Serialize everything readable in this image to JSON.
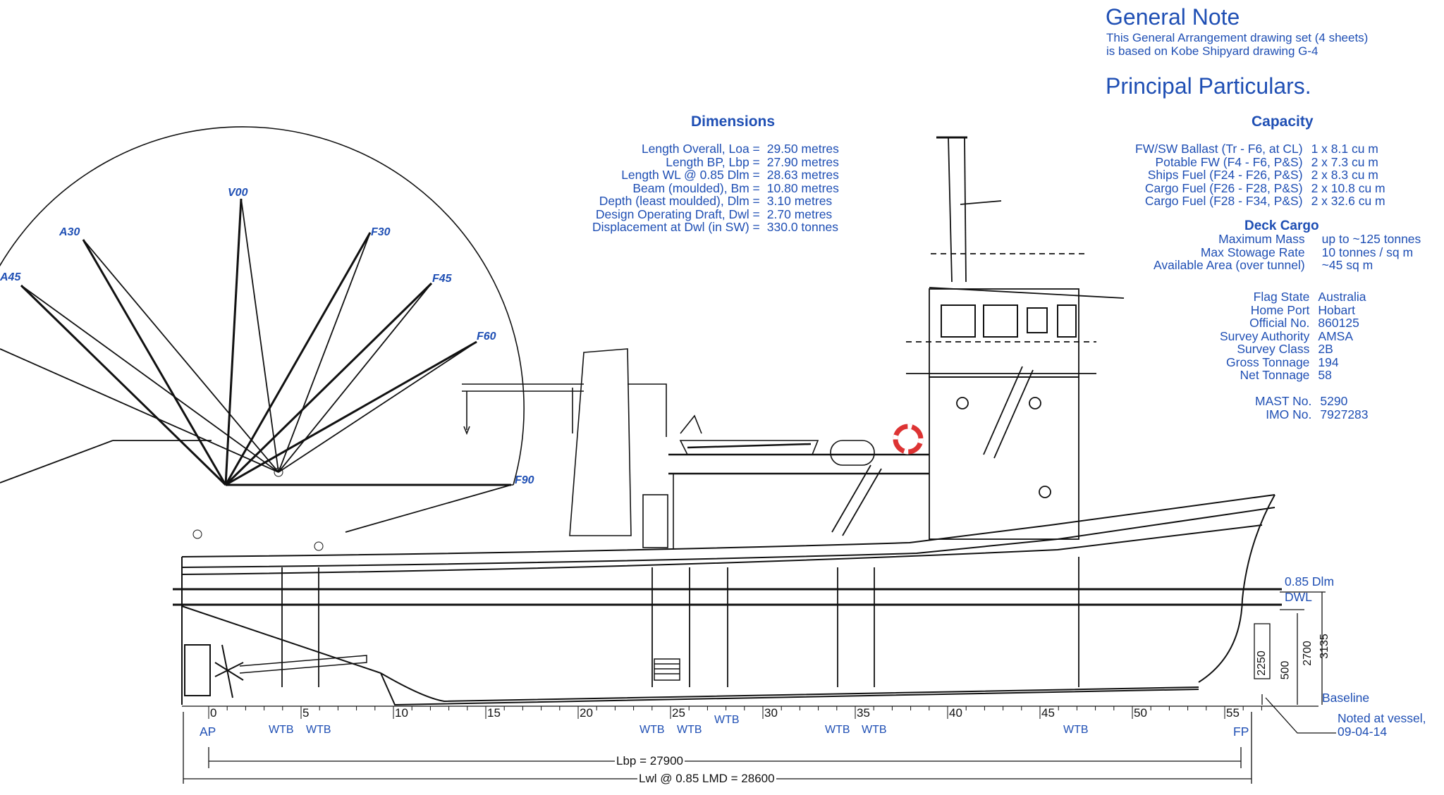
{
  "general_note": {
    "title": "General Note",
    "lines": [
      "This General Arrangement drawing set (4 sheets)",
      "is based on Kobe Shipyard drawing G-4"
    ]
  },
  "principal_title": "Principal Particulars.",
  "dimensions": {
    "heading": "Dimensions",
    "rows": [
      {
        "label": "Length Overall, Loa =",
        "value": "29.50 metres"
      },
      {
        "label": "Length  BP, Lbp =",
        "value": "27.90 metres"
      },
      {
        "label": "Length WL @ 0.85 Dlm =",
        "value": "28.63 metres"
      },
      {
        "label": "Beam (moulded), Bm =",
        "value": "10.80 metres"
      },
      {
        "label": "Depth (least moulded), Dlm =",
        "value": "3.10 metres"
      },
      {
        "label": "Design Operating Draft, Dwl =",
        "value": "2.70 metres"
      },
      {
        "label": "Displacement at Dwl (in SW) =",
        "value": "330.0 tonnes"
      }
    ]
  },
  "capacity": {
    "heading": "Capacity",
    "rows": [
      {
        "label": "FW/SW Ballast (Tr - F6, at CL)",
        "value": "1 x 8.1 cu m"
      },
      {
        "label": "Potable FW  (F4 - F6, P&S)",
        "value": "2 x 7.3 cu m"
      },
      {
        "label": "Ships Fuel (F24 - F26, P&S)",
        "value": "2 x 8.3 cu m"
      },
      {
        "label": "Cargo Fuel (F26 - F28, P&S)",
        "value": "2 x 10.8 cu m"
      },
      {
        "label": "Cargo Fuel (F28 - F34, P&S)",
        "value": "2 x 32.6 cu m"
      }
    ]
  },
  "deck_cargo": {
    "heading": "Deck Cargo",
    "rows": [
      {
        "label": "Maximum Mass",
        "value": "up to ~125 tonnes"
      },
      {
        "label": "Max Stowage Rate",
        "value": "10 tonnes / sq m"
      },
      {
        "label": "Available Area (over tunnel)",
        "value": "~45 sq m"
      }
    ]
  },
  "registry": {
    "rows": [
      {
        "label": "Flag State",
        "value": "Australia"
      },
      {
        "label": "Home Port",
        "value": "Hobart"
      },
      {
        "label": "Official No.",
        "value": "860125"
      },
      {
        "label": "Survey Authority",
        "value": "AMSA"
      },
      {
        "label": "Survey Class",
        "value": "2B"
      },
      {
        "label": "Gross Tonnage",
        "value": "194"
      },
      {
        "label": "Net Tonnage",
        "value": "58"
      }
    ],
    "rows2": [
      {
        "label": "MAST No.",
        "value": "5290"
      },
      {
        "label": "IMO No.",
        "value": "7927283"
      }
    ]
  },
  "crane_angles": [
    "V00",
    "A30",
    "A45",
    "F30",
    "F45",
    "F60",
    "F90"
  ],
  "waterlines": {
    "dlm": "0.85 Dlm",
    "dwl": "DWL",
    "baseline": "Baseline"
  },
  "heights": [
    "2250",
    "500",
    "2700",
    "3135"
  ],
  "frames": [
    "0",
    "5",
    "10",
    "15",
    "20",
    "25",
    "30",
    "35",
    "40",
    "45",
    "50",
    "55"
  ],
  "ends": {
    "ap": "AP",
    "fp": "FP"
  },
  "wtb": "WTB",
  "note": [
    "Noted at vessel,",
    "09-04-14"
  ],
  "dims": {
    "lbp": "Lbp = 27900",
    "lwl": "Lwl @ 0.85 LMD = 28600"
  }
}
